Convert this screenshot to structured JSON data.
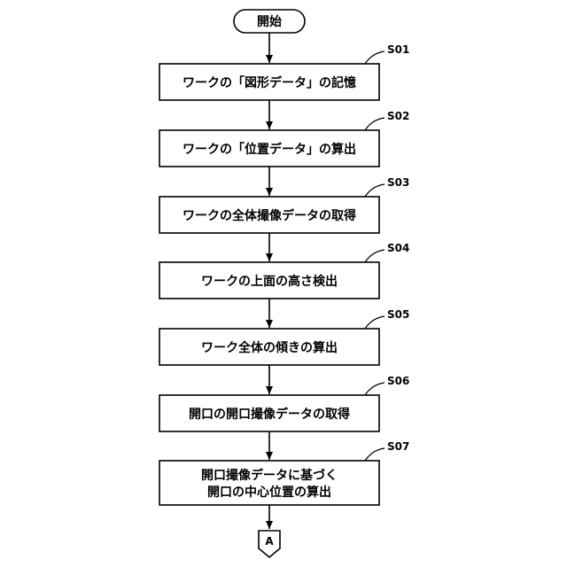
{
  "start": {
    "label": "開始"
  },
  "steps": [
    {
      "id": "S01",
      "lines": [
        "ワークの「図形データ」の記憶"
      ]
    },
    {
      "id": "S02",
      "lines": [
        "ワークの「位置データ」の算出"
      ]
    },
    {
      "id": "S03",
      "lines": [
        "ワークの全体撮像データの取得"
      ]
    },
    {
      "id": "S04",
      "lines": [
        "ワークの上面の高さ検出"
      ]
    },
    {
      "id": "S05",
      "lines": [
        "ワーク全体の傾きの算出"
      ]
    },
    {
      "id": "S06",
      "lines": [
        "開口の開口撮像データの取得"
      ]
    },
    {
      "id": "S07",
      "lines": [
        "開口撮像データに基づく",
        "開口の中心位置の算出"
      ]
    }
  ],
  "connector": {
    "label": "A"
  }
}
